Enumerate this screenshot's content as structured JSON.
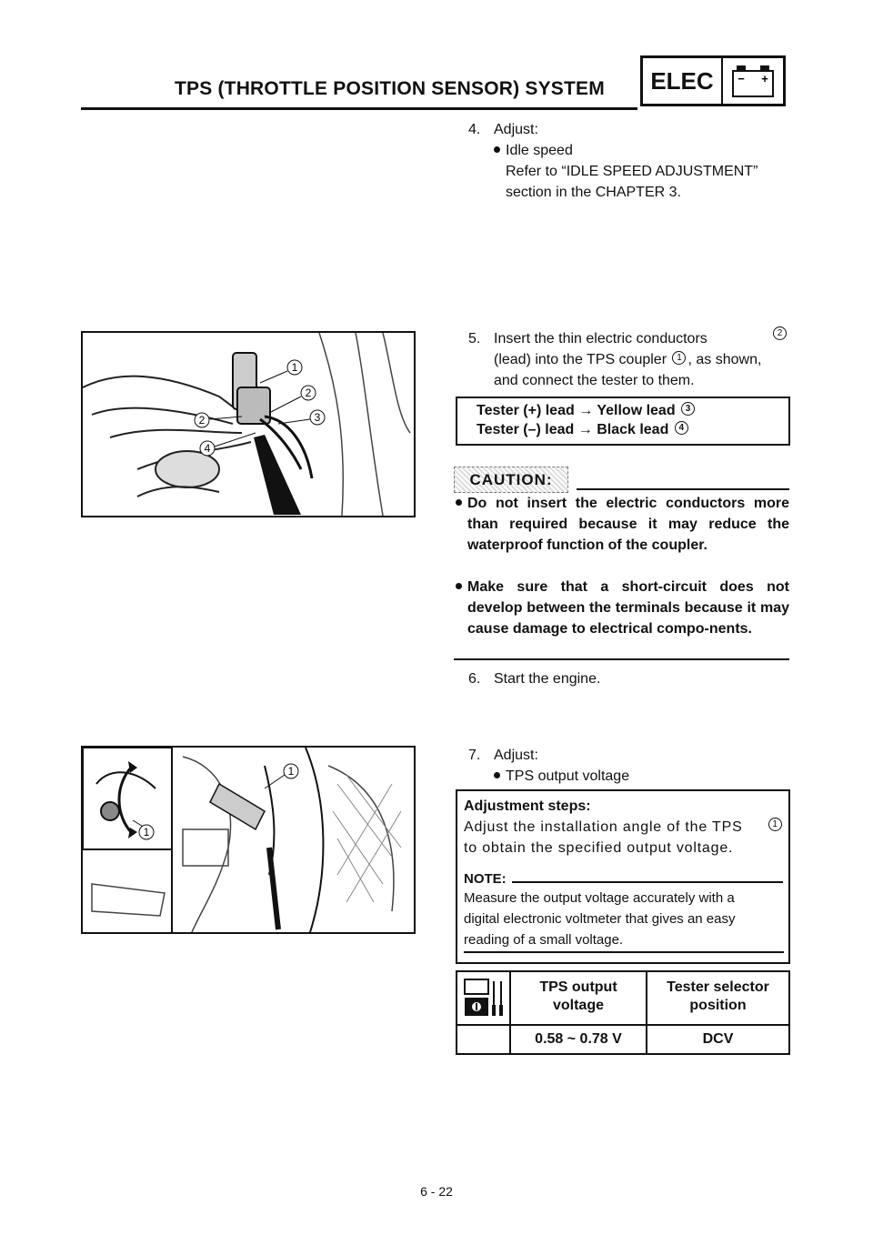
{
  "header": {
    "title": "TPS (THROTTLE POSITION SENSOR) SYSTEM",
    "section_code": "ELEC",
    "battery_icon": "battery-icon",
    "battery_minus": "−",
    "battery_plus": "+"
  },
  "step4": {
    "number": "4.",
    "title": "Adjust:",
    "bullet": "Idle speed",
    "ref_line1": "Refer to “IDLE SPEED ADJUSTMENT”",
    "ref_line2": "section in the CHAPTER 3."
  },
  "figure1": {
    "callouts": [
      "1",
      "2",
      "3",
      "2",
      "4"
    ]
  },
  "step5": {
    "number": "5.",
    "line1": "Insert the thin electric conductors",
    "ref2": "2",
    "line2a": "(lead) into the TPS coupler",
    "ref1": "1",
    "line2b": ", as shown,",
    "line3": "and connect the tester to them."
  },
  "tester_box": {
    "line1": "Tester (+) lead → Yellow lead",
    "ref1": "3",
    "line2": "Tester (–) lead → Black lead",
    "ref2": "4"
  },
  "caution": {
    "label": "CAUTION:",
    "item1": "Do not insert the electric conductors more than required because it may reduce the waterproof function of the coupler.",
    "item2": "Make sure that a short-circuit does not develop between the terminals because it may cause damage to electrical compo-nents."
  },
  "step6": {
    "number": "6.",
    "text": "Start the engine."
  },
  "figure2": {
    "callouts": [
      "1",
      "1"
    ]
  },
  "step7": {
    "number": "7.",
    "title": "Adjust:",
    "bullet": "TPS output voltage"
  },
  "adjustment": {
    "heading": "Adjustment steps:",
    "line1": "Adjust the installation angle of the TPS",
    "ref": "1",
    "line2": "to obtain the specified output voltage.",
    "note_label": "NOTE:",
    "note1": "Measure the output voltage accurately with a",
    "note2": "digital electronic voltmeter that gives an easy",
    "note3": "reading of a small voltage."
  },
  "spec_table": {
    "icon": "tester-icon",
    "col1_header_1": "TPS output",
    "col1_header_2": "voltage",
    "col2_header_1": "Tester selector",
    "col2_header_2": "position",
    "value": "0.58 ~ 0.78 V",
    "selector": "DCV"
  },
  "footer": {
    "page": "6 - 22"
  }
}
